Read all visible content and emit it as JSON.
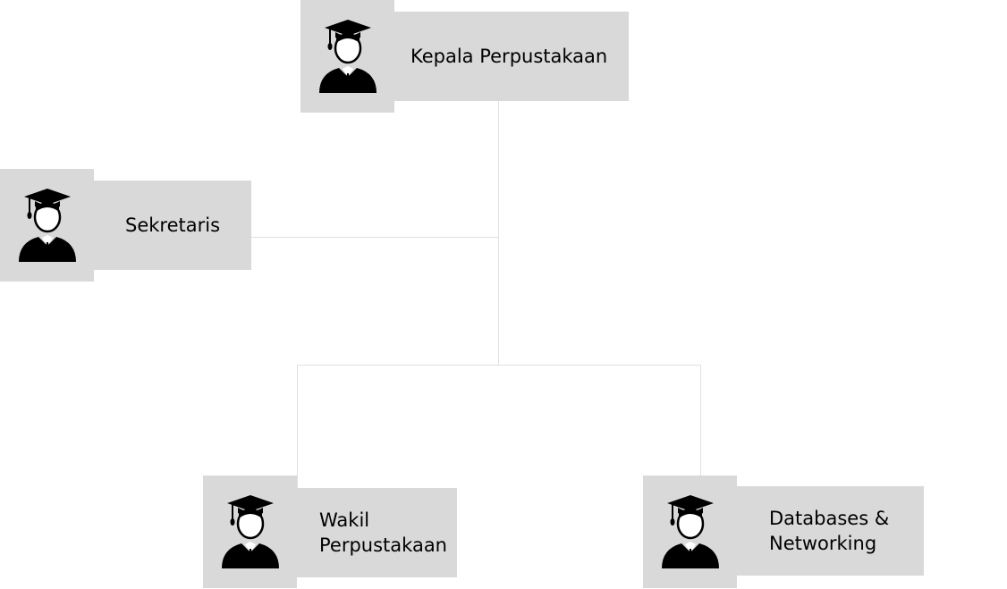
{
  "org_chart": {
    "nodes": {
      "kepala": {
        "label": "Kepala Perpustakaan",
        "icon": "graduate-avatar-icon"
      },
      "sekretaris": {
        "label": "Sekretaris",
        "icon": "graduate-avatar-icon"
      },
      "wakil": {
        "label": "Wakil\nPerpustakaan",
        "icon": "graduate-avatar-icon"
      },
      "databases": {
        "label": "Databases &\nNetworking",
        "icon": "graduate-avatar-icon"
      }
    },
    "colors": {
      "box_fill": "#d9d9d9",
      "connector": "#e0e0e0",
      "text": "#000000"
    }
  }
}
